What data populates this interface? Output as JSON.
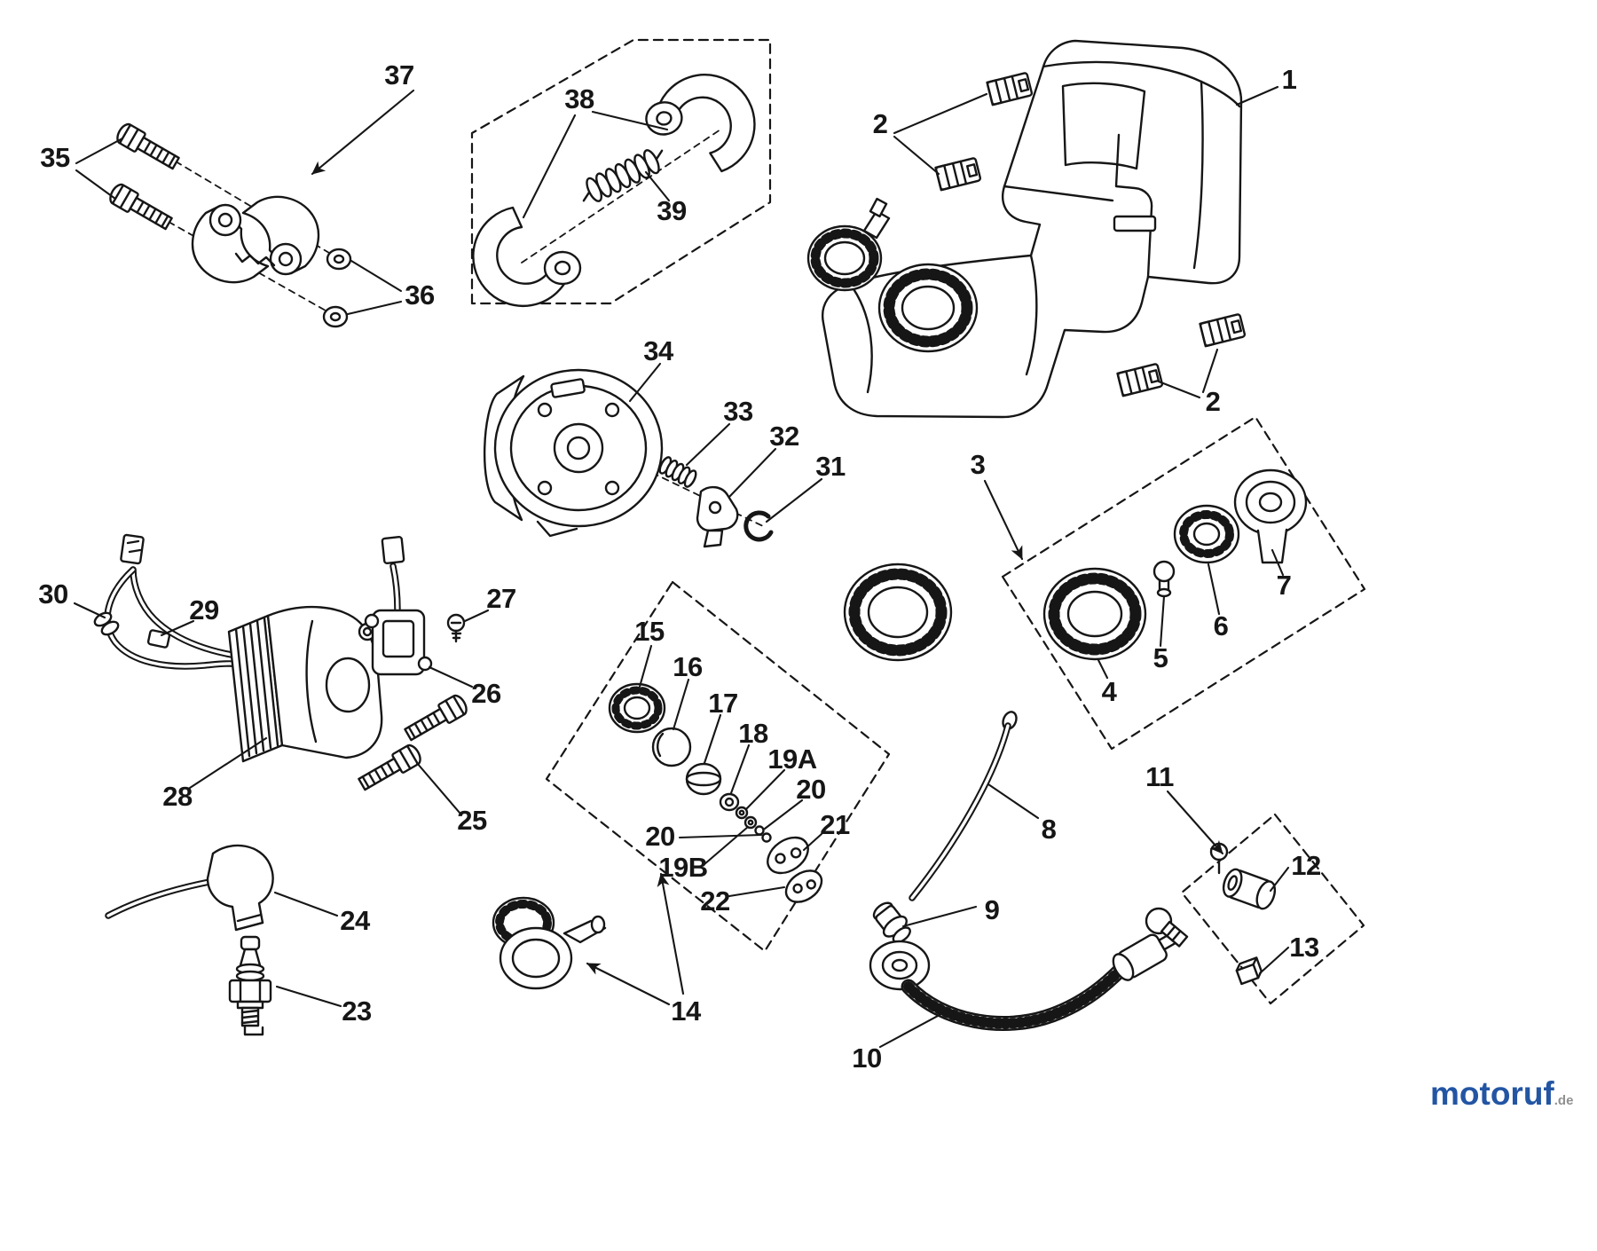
{
  "watermark": {
    "main": "motoruf",
    "suffix": ".de",
    "main_color": "#2355a3",
    "suffix_color": "#909090"
  },
  "labels": {
    "l1": "1",
    "l2a": "2",
    "l2b": "2",
    "l3": "3",
    "l4": "4",
    "l5": "5",
    "l6": "6",
    "l7": "7",
    "l8": "8",
    "l9": "9",
    "l10": "10",
    "l11": "11",
    "l12": "12",
    "l13": "13",
    "l14": "14",
    "l15": "15",
    "l16": "16",
    "l17": "17",
    "l18": "18",
    "l19a": "19A",
    "l19b": "19B",
    "l20a": "20",
    "l20b": "20",
    "l21": "21",
    "l22": "22",
    "l23": "23",
    "l24": "24",
    "l25": "25",
    "l26": "26",
    "l27": "27",
    "l28": "28",
    "l29": "29",
    "l30": "30",
    "l31": "31",
    "l32": "32",
    "l33": "33",
    "l34": "34",
    "l35": "35",
    "l36": "36",
    "l37": "37",
    "l38": "38",
    "l39": "39"
  }
}
